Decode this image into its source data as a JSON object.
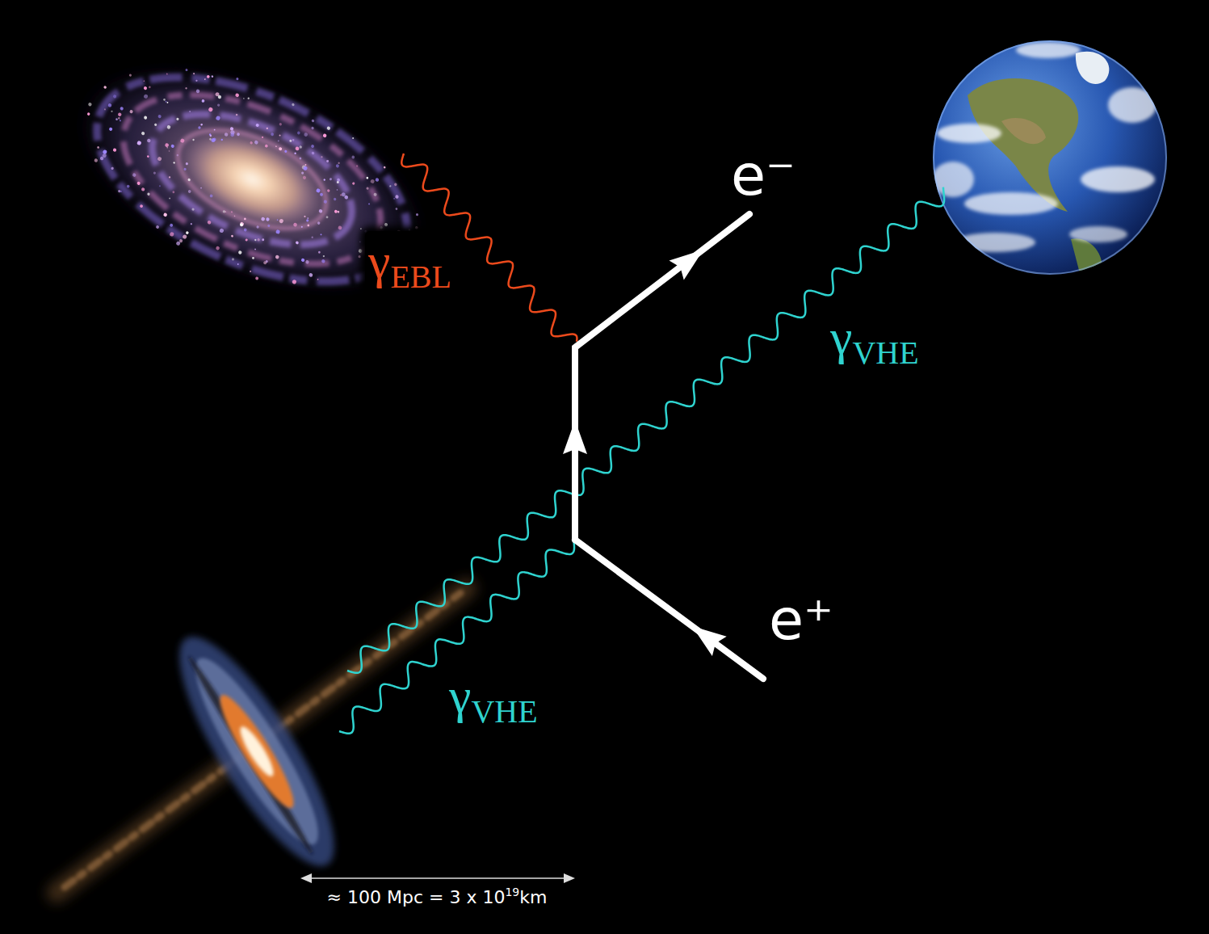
{
  "diagram": {
    "labels": [
      "γ",
      "EBL",
      "e⁻",
      "γ",
      "VHE",
      "γ",
      "VHE",
      "e⁺",
      "≈ 100 Mpc = 3 x 10",
      "19",
      "km"
    ]
  }
}
